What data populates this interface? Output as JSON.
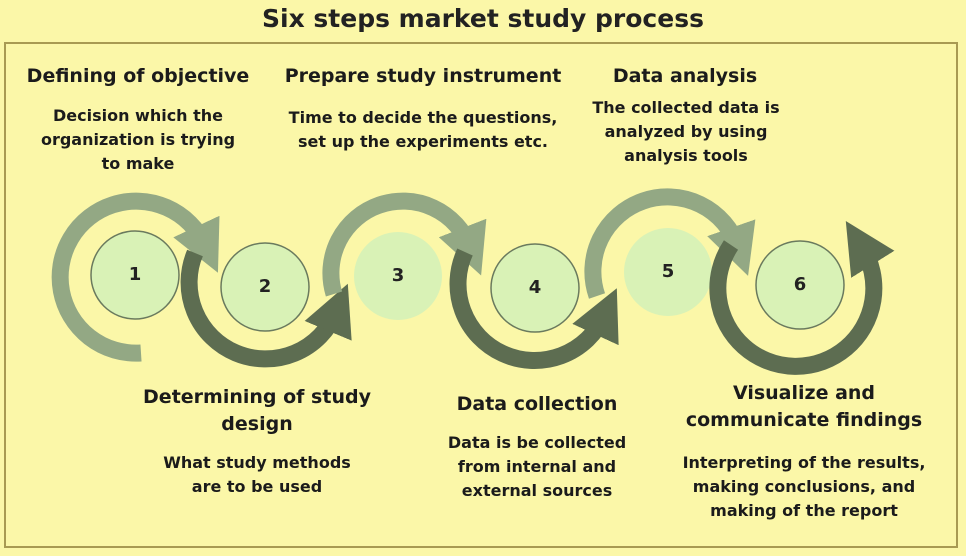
{
  "title": "Six steps market study process",
  "colors": {
    "background": "#fbf7a8",
    "arrow_light": "#93a884",
    "arrow_dark": "#5d6d51",
    "circle_fill": "#d9f2b6"
  },
  "steps": [
    {
      "number": "1",
      "title": "Defining of objective",
      "desc_lines": [
        "Decision which the",
        "organization is trying",
        "to make"
      ]
    },
    {
      "number": "2",
      "title_lines": [
        "Determining of study",
        "design"
      ],
      "desc_lines": [
        "What study methods",
        "are to be used"
      ]
    },
    {
      "number": "3",
      "title": "Prepare study instrument",
      "desc_lines": [
        "Time to decide the questions,",
        "set up the experiments etc."
      ]
    },
    {
      "number": "4",
      "title": "Data collection",
      "desc_lines": [
        "Data is be collected",
        "from internal and",
        "external sources"
      ]
    },
    {
      "number": "5",
      "title": "Data analysis",
      "desc_lines": [
        "The collected data is",
        "analyzed by using",
        "analysis tools"
      ]
    },
    {
      "number": "6",
      "title_lines": [
        "Visualize and",
        "communicate findings"
      ],
      "desc_lines": [
        "Interpreting of the results,",
        "making conclusions, and",
        "making of the report"
      ]
    }
  ]
}
